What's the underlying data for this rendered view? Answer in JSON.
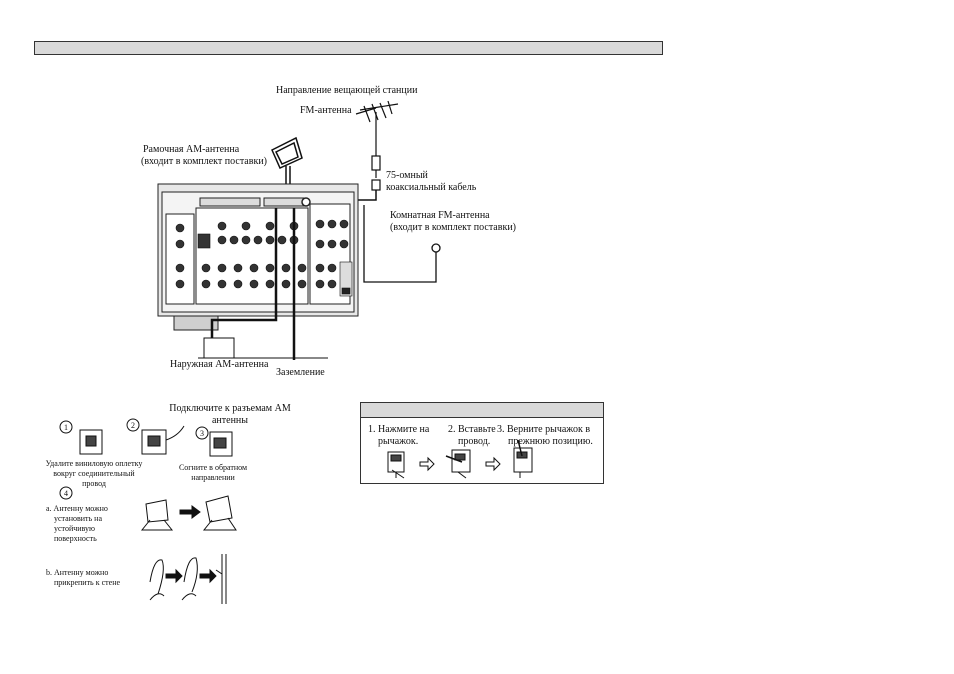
{
  "main_figure": {
    "broadcast_direction": "Направление вещающей станции",
    "fm_antenna": "FM-антенна",
    "am_loop_line1": "Рамочная АМ-антенна",
    "am_loop_line2": "(входит в комплект поставки)",
    "coax_line1": "75-омный",
    "coax_line2": "коаксиальный кабель",
    "indoor_fm_line1": "Комнатная FM-антенна",
    "indoor_fm_line2": "(входит в комплект поставки)",
    "outdoor_am": "Наружная АМ-антенна",
    "ground": "Заземление"
  },
  "assembly": {
    "title_line1": "Подключите к разъемам АМ",
    "title_line2": "антенны",
    "step1": "1",
    "step2": "2",
    "step3": "3",
    "step4": "4",
    "remove_line1": "Удалите виниловую оплетку",
    "remove_line2": "вокруг соединительный",
    "remove_line3": "провод",
    "bend_line1": "Согните в обратном",
    "bend_line2": "направлении",
    "a_line1": "a. Антенну можно",
    "a_line2": "установить на",
    "a_line3": "устойчивую",
    "a_line4": "поверхность",
    "b_line1": "b. Антенну можно",
    "b_line2": "прикрепить к стене"
  },
  "terminal_box": {
    "step1_line1": "1. Нажмите на",
    "step1_line2": "рычажок.",
    "step2_line1": "2. Вставьте",
    "step2_line2": "провод.",
    "step3_line1": "3. Верните рычажок в",
    "step3_line2": "прежнюю позицию."
  }
}
